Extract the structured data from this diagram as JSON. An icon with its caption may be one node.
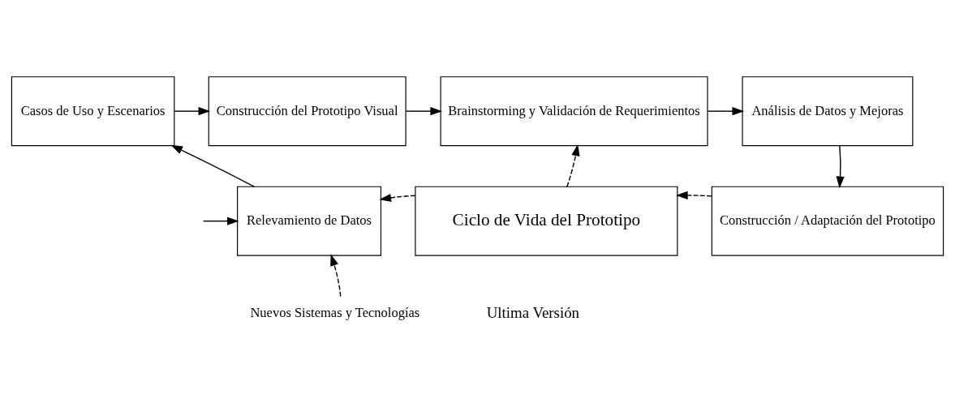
{
  "diagram": {
    "nodes": [
      {
        "text": [
          "Casos de Uso y Escenarios"
        ]
      },
      {
        "text": [
          "Construcción del Prototipo Visual"
        ]
      },
      {
        "text": [
          "Brainstorming y Validación de Requerimientos"
        ]
      },
      {
        "text": [
          "Análisis de Datos y Mejoras"
        ]
      },
      {
        "text": [
          "Relevamiento de Datos"
        ]
      },
      {
        "text": [
          "Ciclo de Vida del Prototipo"
        ]
      },
      {
        "text": [
          "Construcción / Adaptación del Prototipo"
        ]
      },
      {
        "text": [
          "Nuevos Sistemas y Tecnologías"
        ]
      }
    ],
    "edges": [
      {
        "from": 0,
        "to": 1,
        "arrow": "to"
      },
      {
        "from": 1,
        "to": 2,
        "arrow": "to"
      },
      {
        "from": 2,
        "to": 3,
        "arrow": "to"
      },
      {
        "from": 3,
        "to": 6,
        "arrow": "to"
      },
      {
        "from": 6,
        "to": 5,
        "arrow": "to",
        "style": "dashed"
      },
      {
        "from": 5,
        "to": 4,
        "arrow": "to",
        "style": "dashed"
      },
      {
        "from": 5,
        "to": 2,
        "arrow": "to",
        "style": "dashed"
      },
      {
        "from": 4,
        "to": 0,
        "arrow": "to"
      },
      {
        "from": null,
        "to": 4,
        "arrow": "to"
      },
      {
        "from": 7,
        "to": 4,
        "arrow": "to",
        "style": "dashed"
      }
    ],
    "labels": [
      "Ultima Versión"
    ]
  }
}
